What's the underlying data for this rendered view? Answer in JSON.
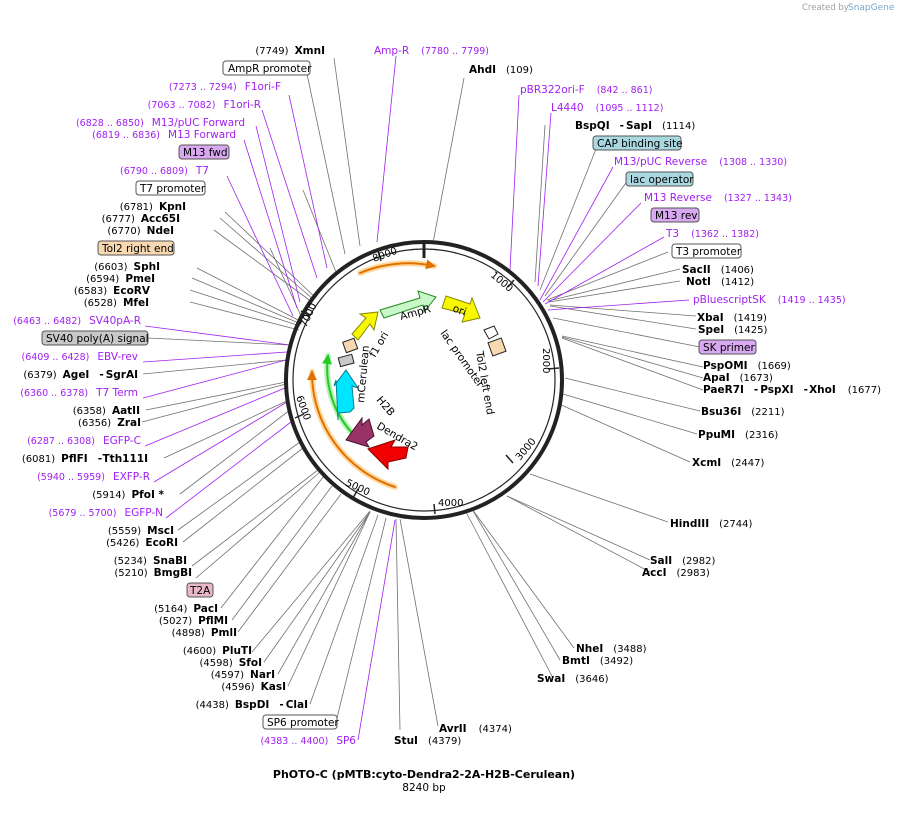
{
  "credit": {
    "prefix": "Created by",
    "brand": "SnapGene"
  },
  "title": "PhOTO-C (pMTB:cyto-Dendra2-2A-H2B-Cerulean)",
  "subtitle": "8240 bp",
  "ruler": [
    "1000",
    "2000",
    "3000",
    "4000",
    "5000",
    "6000",
    "7000",
    "8000"
  ],
  "features": [
    "AmpR",
    "ori",
    "lac promoter",
    "Tol2 left end",
    "Dendra2",
    "H2B",
    "mCerulean",
    "f1 ori"
  ],
  "labels": {
    "xmni": {
      "pos": "(7749)",
      "name": "XmnI"
    },
    "ampr_r": {
      "name": "Amp-R",
      "pos": "(7780 .. 7799)"
    },
    "ampr_prom": {
      "name": "AmpR promoter"
    },
    "ahdi": {
      "name": "AhdI",
      "pos": "(109)"
    },
    "f1ori_f": {
      "pos": "(7273 .. 7294)",
      "name": "F1ori-F"
    },
    "pbr": {
      "name": "pBR322ori-F",
      "pos": "(842 .. 861)"
    },
    "f1ori_r": {
      "pos": "(7063 .. 7082)",
      "name": "F1ori-R"
    },
    "l4440": {
      "name": "L4440",
      "pos": "(1095 .. 1112)"
    },
    "m13puc_f": {
      "pos": "(6828 .. 6850)",
      "name": "M13/pUC Forward"
    },
    "bspqi": {
      "name": "BspQI",
      "sep": "-",
      "name2": "SapI",
      "pos": "(1114)"
    },
    "m13_f": {
      "pos": "(6819 .. 6836)",
      "name": "M13 Forward"
    },
    "cap": {
      "name": "CAP binding site"
    },
    "m13fwd": {
      "name": "M13 fwd"
    },
    "m13puc_r": {
      "name": "M13/pUC Reverse",
      "pos": "(1308 .. 1330)"
    },
    "t7": {
      "pos": "(6790 .. 6809)",
      "name": "T7"
    },
    "lacop": {
      "name": "lac operator"
    },
    "t7prom": {
      "name": "T7 promoter"
    },
    "m13_r": {
      "name": "M13 Reverse",
      "pos": "(1327 .. 1343)"
    },
    "kpni": {
      "pos": "(6781)",
      "name": "KpnI"
    },
    "m13rev": {
      "name": "M13 rev"
    },
    "acc65i": {
      "pos": "(6777)",
      "name": "Acc65I"
    },
    "t3": {
      "name": "T3",
      "pos": "(1362 .. 1382)"
    },
    "ndei": {
      "pos": "(6770)",
      "name": "NdeI"
    },
    "t3prom": {
      "name": "T3 promoter"
    },
    "tol2r": {
      "name": "Tol2 right end"
    },
    "sacii": {
      "name": "SacII",
      "pos": "(1406)"
    },
    "sphi": {
      "pos": "(6603)",
      "name": "SphI"
    },
    "noti": {
      "name": "NotI",
      "pos": "(1412)"
    },
    "pmei": {
      "pos": "(6594)",
      "name": "PmeI"
    },
    "ecorv": {
      "pos": "(6583)",
      "name": "EcoRV"
    },
    "pbsk": {
      "name": "pBluescriptSK",
      "pos": "(1419 .. 1435)"
    },
    "mfei": {
      "pos": "(6528)",
      "name": "MfeI"
    },
    "xbai": {
      "name": "XbaI",
      "pos": "(1419)"
    },
    "sv40r": {
      "pos": "(6463 .. 6482)",
      "name": "SV40pA-R"
    },
    "spei": {
      "name": "SpeI",
      "pos": "(1425)"
    },
    "sv40sig": {
      "name": "SV40 poly(A) signal"
    },
    "skprimer": {
      "name": "SK primer"
    },
    "ebv": {
      "pos": "(6409 .. 6428)",
      "name": "EBV-rev"
    },
    "pspomi": {
      "name": "PspOMI",
      "pos": "(1669)"
    },
    "agei": {
      "pos": "(6379)",
      "name": "AgeI",
      "sep": "-",
      "name2": "SgrAI"
    },
    "apai": {
      "name": "ApaI",
      "pos": "(1673)"
    },
    "t7term": {
      "pos": "(6360 .. 6378)",
      "name": "T7 Term"
    },
    "paer7i": {
      "name": "PaeR7I",
      "sep": "-",
      "name2": "PspXI",
      "sep2": "-",
      "name3": "XhoI",
      "pos": "(1677)"
    },
    "aatii": {
      "pos": "(6358)",
      "name": "AatII"
    },
    "zrai": {
      "pos": "(6356)",
      "name": "ZraI"
    },
    "bsu36i": {
      "name": "Bsu36I",
      "pos": "(2211)"
    },
    "egfpc": {
      "pos": "(6287 .. 6308)",
      "name": "EGFP-C"
    },
    "ppumi": {
      "name": "PpuMI",
      "pos": "(2316)"
    },
    "pflfi": {
      "pos": "(6081)",
      "name": "PflFI",
      "sep": "-",
      "name2": "Tth111I"
    },
    "xcmi": {
      "name": "XcmI",
      "pos": "(2447)"
    },
    "exfpr": {
      "pos": "(5940 .. 5959)",
      "name": "EXFP-R"
    },
    "pfoi": {
      "pos": "(5914)",
      "name": "PfoI *"
    },
    "egfpn": {
      "pos": "(5679 .. 5700)",
      "name": "EGFP-N"
    },
    "hindiii": {
      "name": "HindIII",
      "pos": "(2744)"
    },
    "msci": {
      "pos": "(5559)",
      "name": "MscI"
    },
    "ecori": {
      "pos": "(5426)",
      "name": "EcoRI"
    },
    "sali": {
      "name": "SalI",
      "pos": "(2982)"
    },
    "snabi": {
      "pos": "(5234)",
      "name": "SnaBI"
    },
    "acci": {
      "name": "AccI",
      "pos": "(2983)"
    },
    "bmgbi": {
      "pos": "(5210)",
      "name": "BmgBI"
    },
    "t2a": {
      "name": "T2A"
    },
    "paci": {
      "pos": "(5164)",
      "name": "PacI"
    },
    "pflmi": {
      "pos": "(5027)",
      "name": "PflMI"
    },
    "pmli": {
      "pos": "(4898)",
      "name": "PmlI"
    },
    "nhei": {
      "name": "NheI",
      "pos": "(3488)"
    },
    "bmti": {
      "name": "BmtI",
      "pos": "(3492)"
    },
    "pluti": {
      "pos": "(4600)",
      "name": "PluTI"
    },
    "sfoi": {
      "pos": "(4598)",
      "name": "SfoI"
    },
    "swai": {
      "name": "SwaI",
      "pos": "(3646)"
    },
    "nari": {
      "pos": "(4597)",
      "name": "NarI"
    },
    "kasi": {
      "pos": "(4596)",
      "name": "KasI"
    },
    "bspdi": {
      "pos": "(4438)",
      "name": "BspDI",
      "sep": "-",
      "name2": "ClaI"
    },
    "sp6prom": {
      "name": "SP6 promoter"
    },
    "avrii": {
      "name": "AvrII",
      "pos": "(4374)"
    },
    "sp6": {
      "pos": "(4383 .. 4400)",
      "name": "SP6"
    },
    "stui": {
      "name": "StuI",
      "pos": "(4379)"
    }
  },
  "colors": {
    "primer": "#a020f0",
    "AmpR": "#c8f7c8",
    "ori": "#f7f700",
    "Dendra2": "#f00000",
    "H2B": "#993366",
    "mCerulean": "#00e5ff",
    "f1ori": "#f7f700",
    "promoter_box": "#ffffff",
    "cap_box": "#aad8e0",
    "m13_box": "#d8a8f0",
    "tol2_box": "#f8d8b0",
    "sv40_box": "#c8c8c8",
    "t2a_box": "#e8b8c8"
  }
}
